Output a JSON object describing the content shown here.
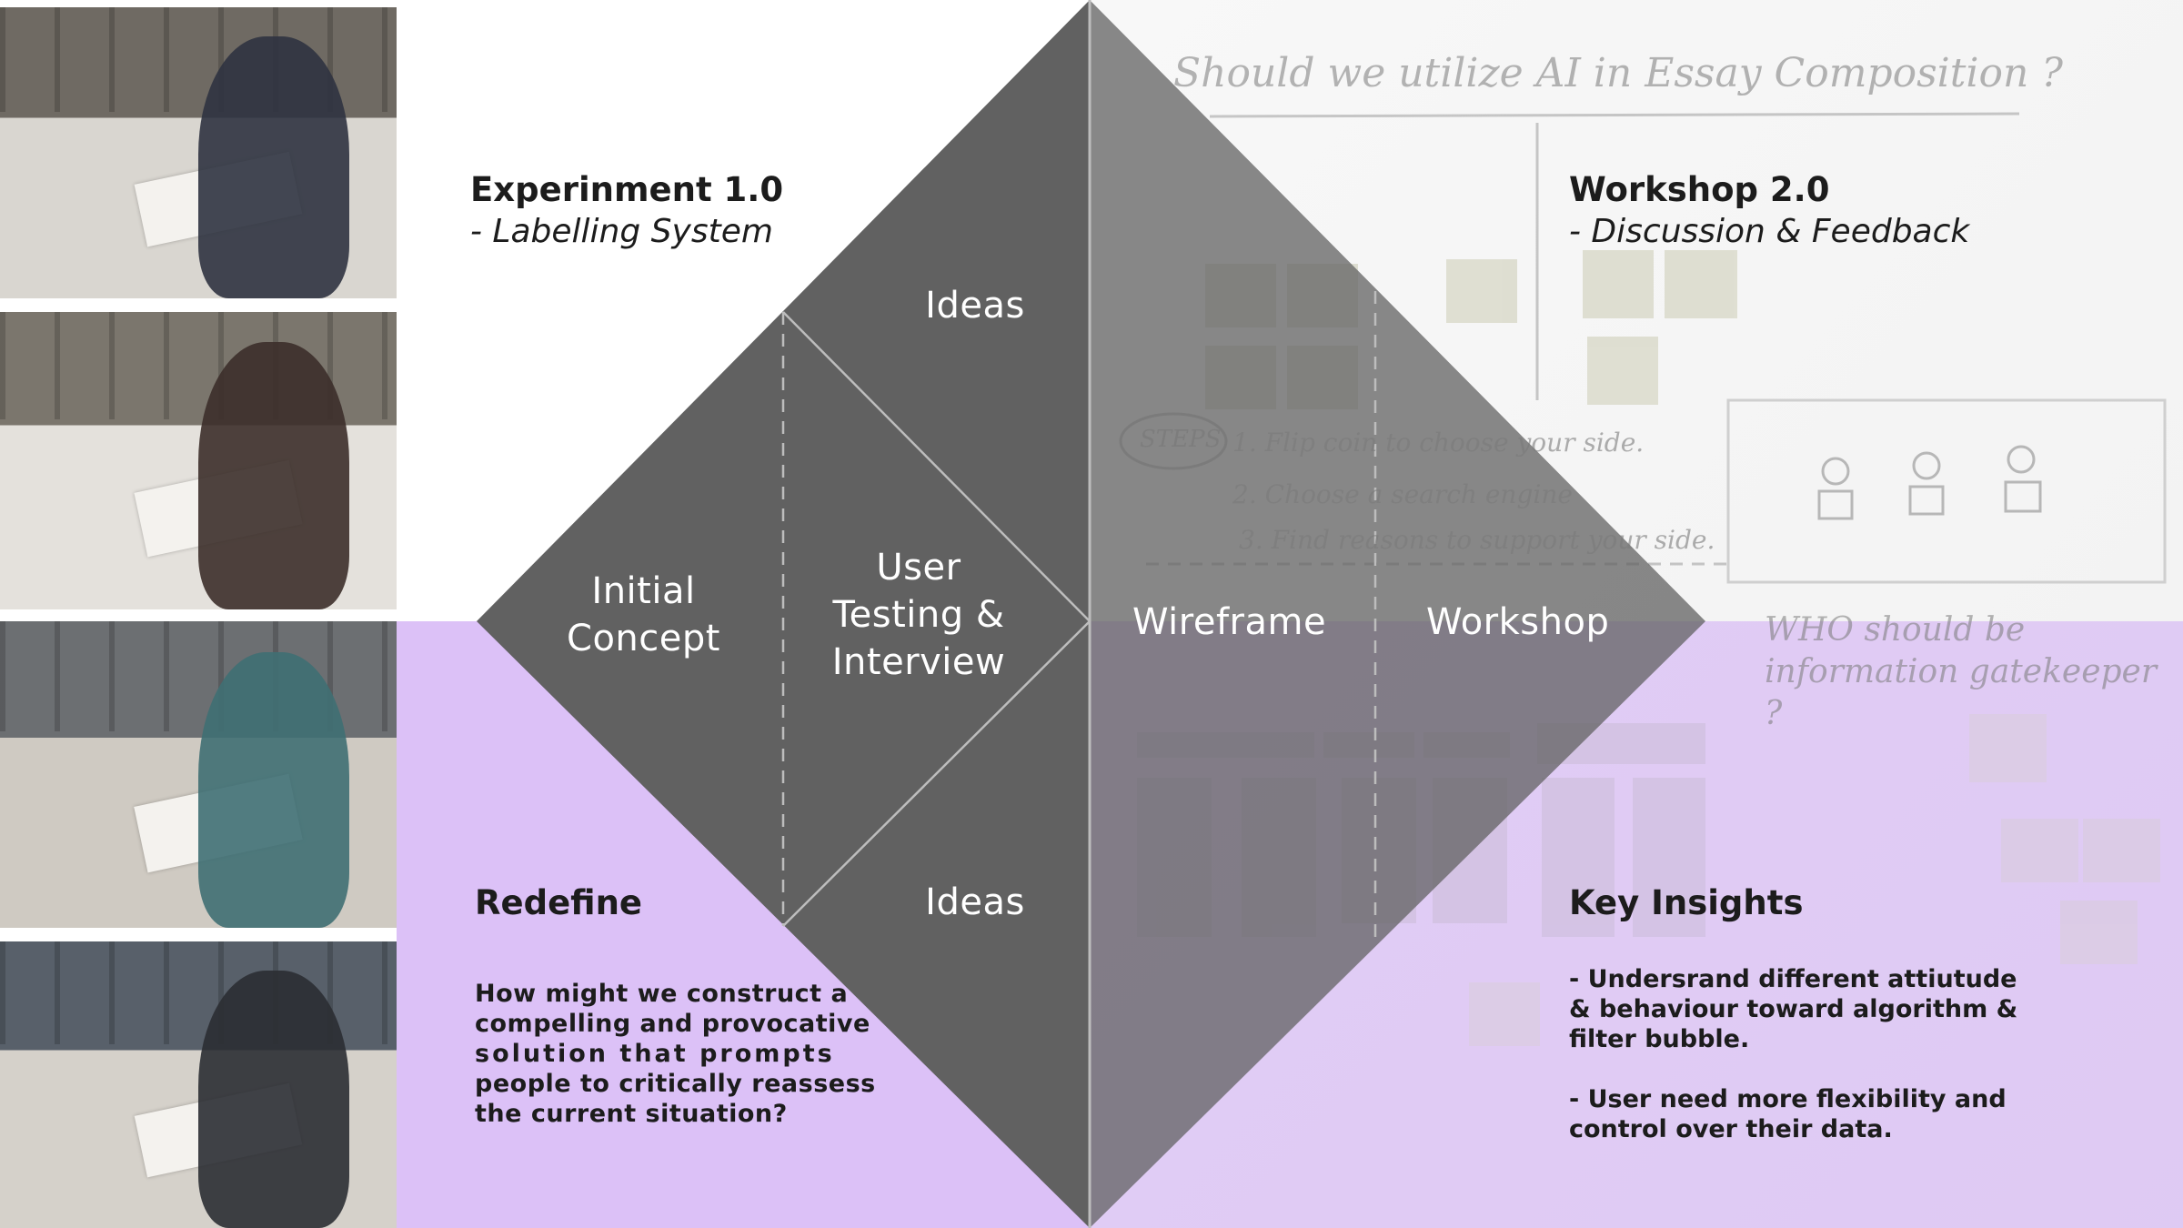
{
  "colors": {
    "purple": "#dcc1f7",
    "diamond": "#616161",
    "divider": "#bdbdbd",
    "text_dark": "#1c1c1c",
    "text_light": "#ffffff"
  },
  "photos": [
    {
      "name": "photo-man-reading-booklet",
      "icon": "photo-icon"
    },
    {
      "name": "photo-woman-reading-leaflet",
      "icon": "photo-icon"
    },
    {
      "name": "photo-woman-reading-at-desk",
      "icon": "photo-icon"
    },
    {
      "name": "photo-woman-with-red-scarf-reading",
      "icon": "photo-icon"
    }
  ],
  "diamond_labels": {
    "ideas_top": "Ideas",
    "initial_concept": [
      "Initial",
      "Concept"
    ],
    "user_testing": [
      "User",
      "Testing &",
      "Interview"
    ],
    "ideas_bottom": "Ideas",
    "wireframe": "Wireframe",
    "workshop": "Workshop"
  },
  "experiment": {
    "title": "Experinment 1.0",
    "subtitle": "- Labelling System"
  },
  "workshop_card": {
    "title": "Workshop 2.0",
    "subtitle": "- Discussion & Feedback"
  },
  "redefine": {
    "title": "Redefine",
    "body_lines": [
      "How might we construct a",
      "compelling and provocative",
      "solution that prompts",
      "people to critically reassess",
      "the current situation?"
    ]
  },
  "insights": {
    "title": "Key Insights",
    "item1_lines": [
      "- Undersrand different attiutude",
      "& behaviour toward algorithm &",
      "filter bubble."
    ],
    "item2_lines": [
      "- User need more flexibility and",
      "control over their data."
    ]
  },
  "whiteboard": {
    "question": "Should we utilize AI in Essay Composition ?",
    "who_note": "WHO should be information gatekeeper ?",
    "steps_label": "STEPS",
    "steps": [
      "1. Flip coin to choose your side.",
      "2. Choose a search engine",
      "3. Find reasons to support your side."
    ]
  }
}
